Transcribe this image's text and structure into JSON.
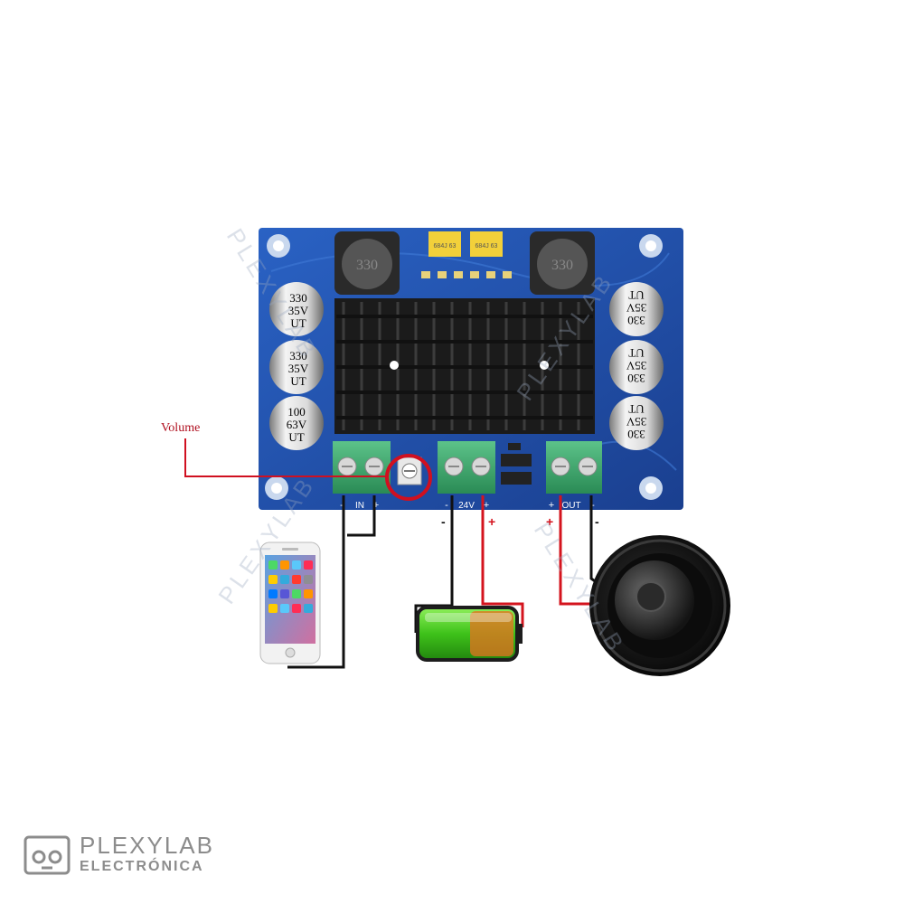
{
  "labels": {
    "volume": "Volume",
    "in": "IN",
    "in_minus": "-",
    "in_plus": "+",
    "power": "24V",
    "power_minus": "-",
    "power_plus": "+",
    "out": "OUT",
    "out_plus": "+",
    "out_minus": "-",
    "wire_minus_power": "-",
    "wire_plus_power": "+",
    "wire_plus_out": "+",
    "wire_minus_out": "-"
  },
  "components": {
    "inductor_left": "330",
    "inductor_right": "330",
    "film_cap_left": "684J 63",
    "film_cap_right": "684J 63",
    "cap_left_1": [
      "330",
      "35V",
      "UT"
    ],
    "cap_left_2": [
      "330",
      "35V",
      "UT"
    ],
    "cap_left_3": [
      "100",
      "63V",
      "UT"
    ],
    "cap_right_1": [
      "UT",
      "35V",
      "330"
    ],
    "cap_right_2": [
      "UT",
      "35V",
      "330"
    ],
    "cap_right_3": [
      "UT",
      "35V",
      "330"
    ]
  },
  "watermark": "PLEXYLAB",
  "brand": {
    "name": "PLEXYLAB",
    "subtitle": "ELECTRÓNICA"
  },
  "colors": {
    "pcb_blue": "#1f4fa8",
    "terminal_green": "#3aa86a",
    "wire_red": "#d4141e",
    "wire_black": "#111111",
    "volume_circle": "#d01020",
    "battery_green": "#3ec21a"
  }
}
